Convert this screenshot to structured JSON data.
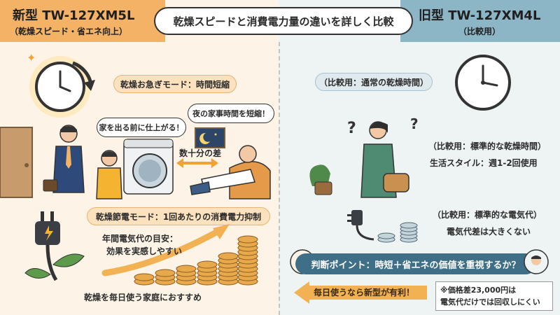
{
  "header": {
    "new_model_title": "新型 TW-127XM5L",
    "new_model_sub": "（乾燥スピード・省エネ向上）",
    "center_title": "乾燥スピードと消費電力量の違いを詳しく比較",
    "old_model_title": "旧型 TW-127XM4L",
    "old_model_sub": "（比較用）"
  },
  "left": {
    "quick_mode_label": "乾燥お急ぎモード：時間短縮",
    "bubble_before_leaving": "家を出る前に仕上がる！",
    "bubble_night_chores": "夜の家事時間を短縮！",
    "time_diff_label": "数十分の差",
    "eco_mode_label": "乾燥節電モード：1回あたりの消費電力抑制",
    "electricity_line1": "年間電気代の目安：",
    "electricity_line2": "効果を実感しやすい",
    "recommend_label": "乾燥を毎日使う家庭におすすめ"
  },
  "right": {
    "normal_dry_label": "（比較用：通常の乾燥時間）",
    "standard_dry_label": "（比較用：標準的な乾燥時間）",
    "lifestyle_label": "生活スタイル：週1-2回使用",
    "standard_cost_label": "（比較用：標準的な電気代）",
    "cost_diff_label": "電気代差は大きくない"
  },
  "bottom": {
    "judge_point": "判断ポイント：時短＋省エネの価値を重視するか？",
    "daily_use_label": "毎日使うなら新型が有利！",
    "note_line1": "※価格差23,000円は",
    "note_line2": "電気代だけでは回収しにくい"
  },
  "colors": {
    "accent_orange": "#f4b267",
    "accent_blue": "#8cb5c6",
    "judge_bar": "#3f6f86"
  }
}
